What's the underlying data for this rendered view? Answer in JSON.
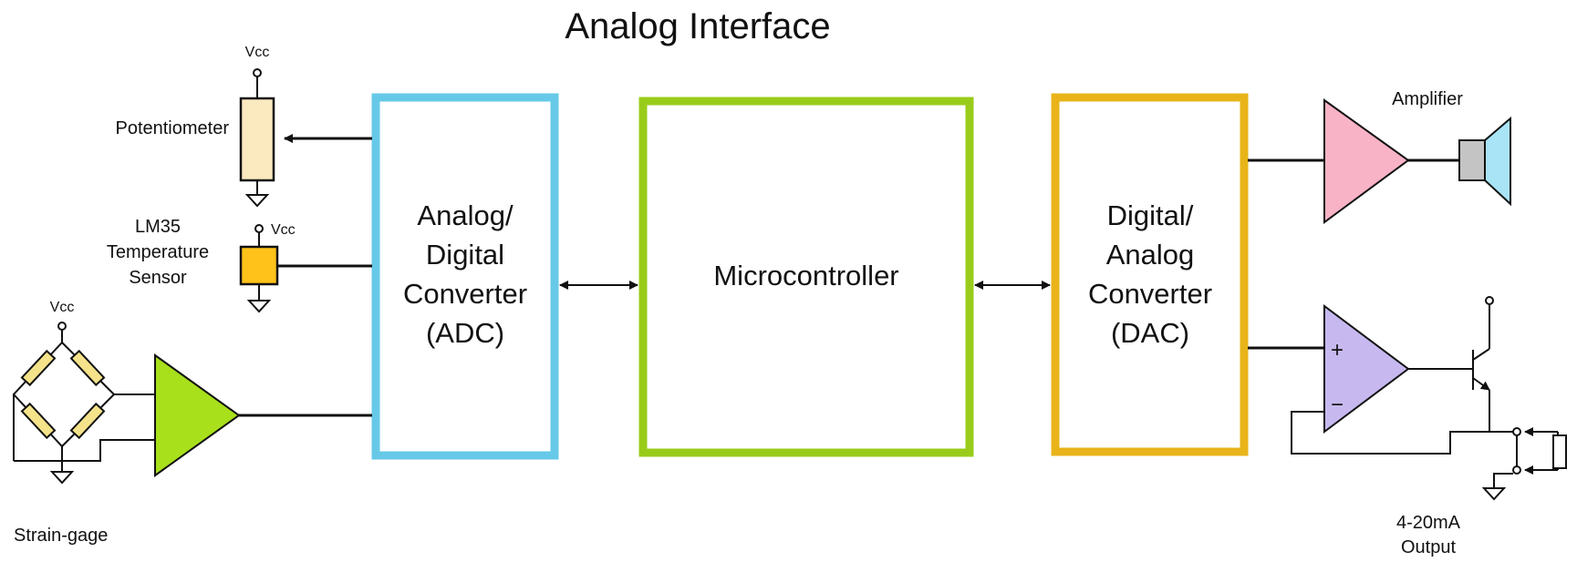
{
  "title": "Analog Interface",
  "blocks": {
    "adc": {
      "lines": [
        "Analog/",
        "Digital",
        "Converter",
        "(ADC)"
      ],
      "color": "#66c9e8"
    },
    "mcu": {
      "lines": [
        "Microcontroller"
      ],
      "color": "#99cc1a"
    },
    "dac": {
      "lines": [
        "Digital/",
        "Analog",
        "Converter",
        "(DAC)"
      ],
      "color": "#e8b419"
    }
  },
  "inputs": {
    "potentiometer": {
      "label": "Potentiometer",
      "supply": "Vcc",
      "fill": "#fbe9bf"
    },
    "temperature_sensor": {
      "lines": [
        "LM35",
        "Temperature",
        "Sensor"
      ],
      "supply": "Vcc",
      "fill": "#ffc21a"
    },
    "strain_gage": {
      "label": "Strain-gage",
      "supply": "Vcc",
      "resistor_fill": "#f4e38a",
      "amp_fill": "#a8e01c"
    }
  },
  "outputs": {
    "amplifier": {
      "label": "Amplifier",
      "fill": "#f9b3c6",
      "speaker_body": "#c4c4c4",
      "speaker_cone": "#a9e4f6"
    },
    "current_loop": {
      "lines": [
        "4-20mA",
        "Output"
      ],
      "opamp_fill": "#c7b9ef",
      "plus": "+",
      "minus": "−"
    }
  },
  "colors": {
    "line": "#111111",
    "background": "#ffffff"
  }
}
